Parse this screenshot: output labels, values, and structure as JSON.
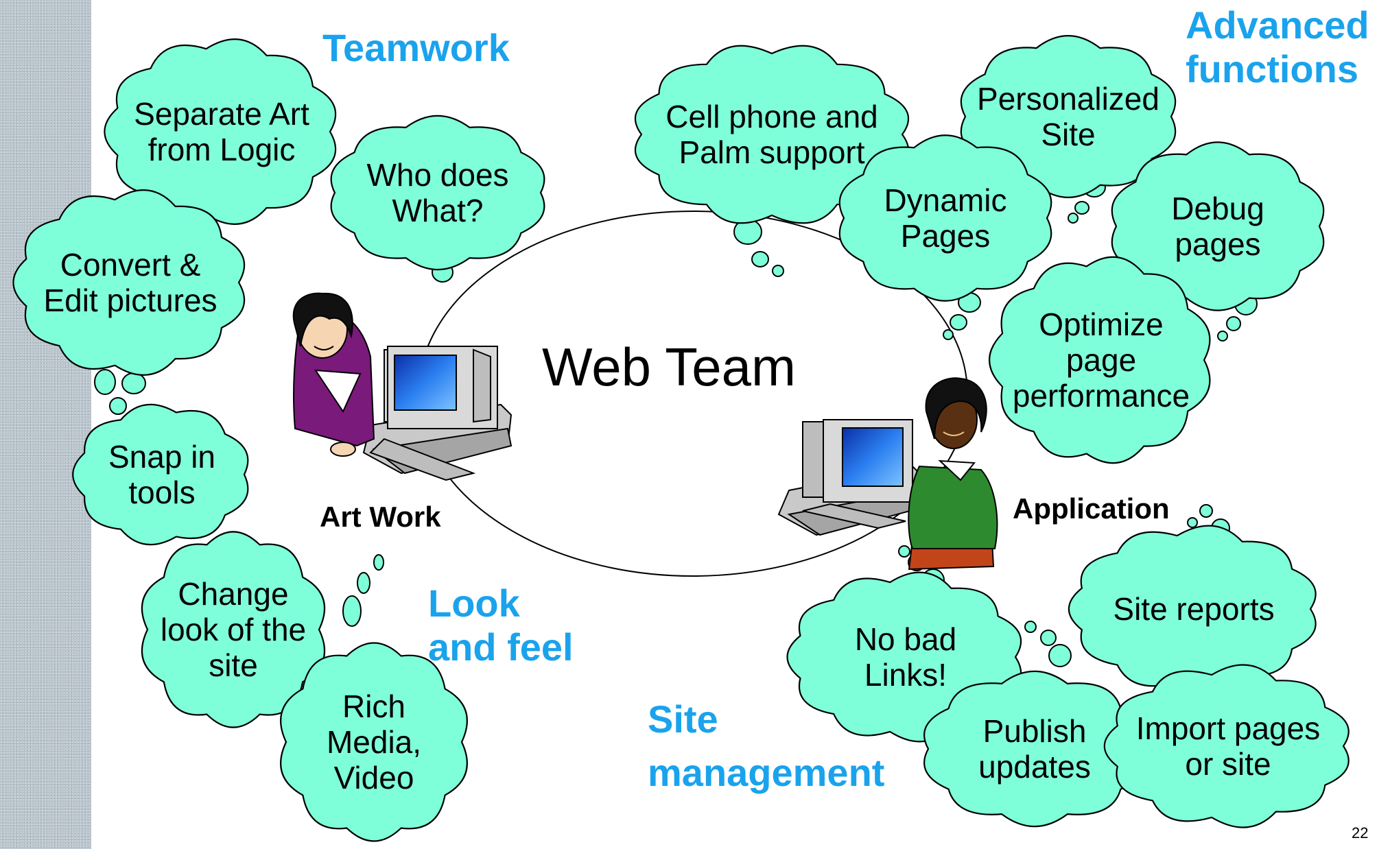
{
  "center_label": "Web Team",
  "people": {
    "artwork_label": "Art Work",
    "application_label": "Application"
  },
  "groups": {
    "teamwork": "Teamwork",
    "advanced": [
      "Advanced",
      "functions"
    ],
    "look_feel": [
      "Look",
      "and feel"
    ],
    "site_management": [
      "Site",
      "management"
    ]
  },
  "clouds": {
    "separate_art": [
      "Separate Art",
      "from Logic"
    ],
    "who_does": [
      "Who does",
      "What?"
    ],
    "convert_edit": [
      "Convert &",
      "Edit pictures"
    ],
    "snap_in": [
      "Snap in",
      "tools"
    ],
    "change_look": [
      "Change",
      "look of the",
      "site"
    ],
    "rich_media": [
      "Rich",
      "Media,",
      "Video"
    ],
    "cell_phone": [
      "Cell phone and",
      "Palm support"
    ],
    "personalized": [
      "Personalized",
      "Site"
    ],
    "dynamic_pages": [
      "Dynamic",
      "Pages"
    ],
    "debug_pages": [
      "Debug",
      "pages"
    ],
    "optimize": [
      "Optimize",
      "page",
      "performance"
    ],
    "site_reports": [
      "Site reports"
    ],
    "no_bad_links": [
      "No bad",
      "Links!"
    ],
    "publish_updates": [
      "Publish",
      "updates"
    ],
    "import_pages": [
      "Import pages",
      "or site"
    ]
  },
  "page_number": "22",
  "colors": {
    "cloud_fill": "#7fffd9",
    "heading": "#1aa3ec",
    "sidebar": "#b9c4cc"
  }
}
